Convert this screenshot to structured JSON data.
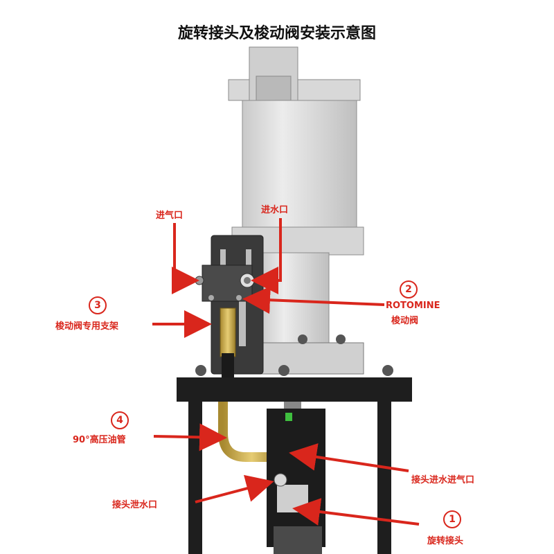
{
  "title": "旋转接头及梭动阀安装示意图",
  "labels": {
    "air_inlet": "进气口",
    "water_inlet": "进水口",
    "bracket_num": "3",
    "bracket": "梭动阀专用支架",
    "valve_num": "2",
    "valve_brand": "ROTOMINE",
    "valve": "梭动阀",
    "hose_num": "4",
    "hose": "90°高压油管",
    "joint_inlet": "接头进水进气口",
    "drain": "接头泄水口",
    "rotary_num": "1",
    "rotary": "旋转接头"
  },
  "colors": {
    "annotation": "#d9261c",
    "cylinder": "#dcdcdc",
    "frame": "#1e1e1e",
    "brass": "#c8a64a"
  }
}
